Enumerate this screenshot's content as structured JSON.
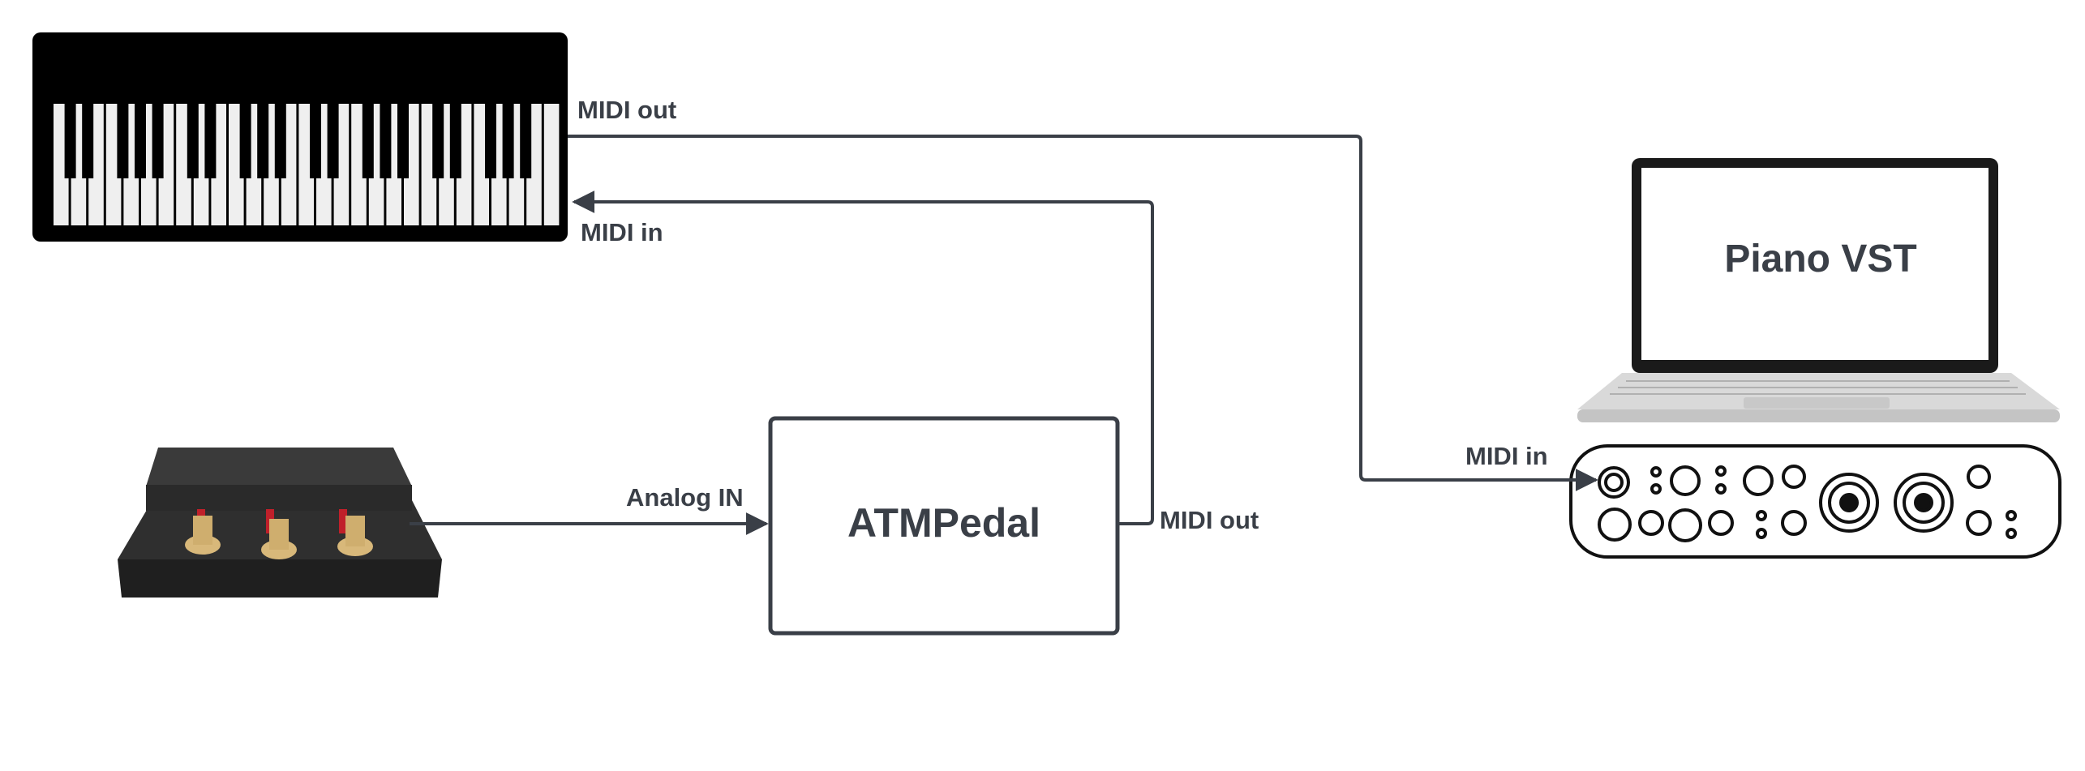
{
  "labels": {
    "keyboard_midi_out": "MIDI out",
    "keyboard_midi_in": "MIDI in",
    "pedal_analog_in": "Analog IN",
    "atmpedal_title": "ATMPedal",
    "atmpedal_midi_out": "MIDI out",
    "laptop_screen_title": "Piano VST",
    "interface_midi_in": "MIDI in"
  },
  "colors": {
    "line": "#3a3f47",
    "text": "#3a3f47",
    "keyboard_body": "#000000",
    "white_key": "#efefef",
    "pedal_base": "#2b2b2b",
    "pedal_gold": "#d8b87a",
    "pedal_red": "#c0202a",
    "laptop_bezel": "#1a1a1a",
    "laptop_silver": "#d9d9d9"
  },
  "icons": {
    "keyboard": "piano-keyboard-icon",
    "pedal": "piano-pedal-unit-icon",
    "laptop": "laptop-icon",
    "interface": "audio-interface-icon"
  }
}
